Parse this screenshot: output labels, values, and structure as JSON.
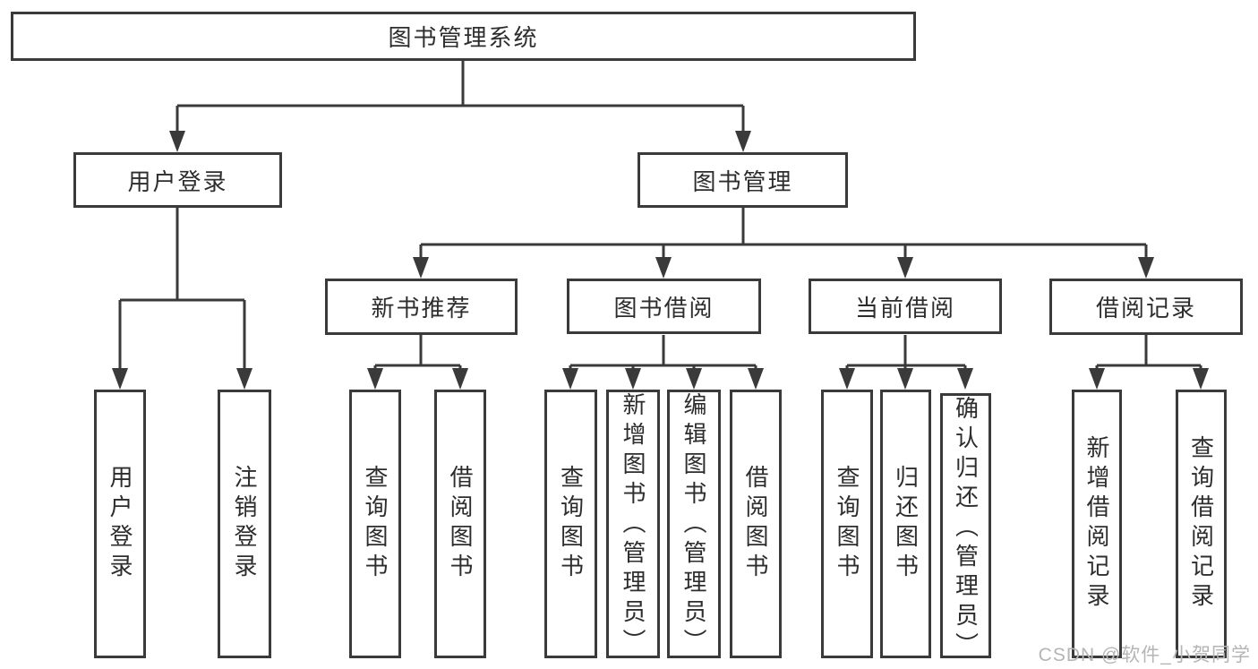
{
  "diagram": {
    "root": {
      "label": "图书管理系统"
    },
    "branches": [
      {
        "label": "用户登录",
        "children": [
          "用户登录",
          "注销登录"
        ]
      },
      {
        "label": "图书管理",
        "children": [
          {
            "label": "新书推荐",
            "children": [
              "查询图书",
              "借阅图书"
            ]
          },
          {
            "label": "图书借阅",
            "children": [
              "查询图书",
              "新增图书（管理员）",
              "编辑图书（管理员）",
              "借阅图书"
            ]
          },
          {
            "label": "当前借阅",
            "children": [
              "查询图书",
              "归还图书",
              "确认归还（管理员）"
            ]
          },
          {
            "label": "借阅记录",
            "children": [
              "新增借阅记录",
              "查询借阅记录"
            ]
          }
        ]
      }
    ]
  },
  "watermark": {
    "text": "CSDN @软件_小贺同学"
  },
  "colors": {
    "line": "#3a3a3a",
    "text": "#2d2d2d",
    "box_background": "#ffffff",
    "watermark": "#b5b5b5"
  }
}
